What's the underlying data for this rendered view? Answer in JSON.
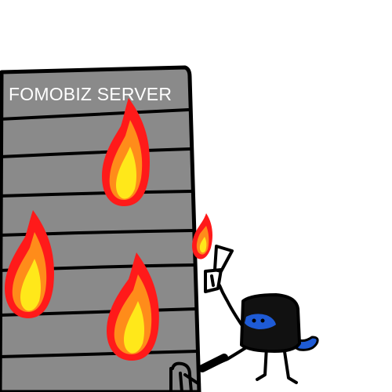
{
  "scene": {
    "server_label": "FOMOBIZ SERVER",
    "colors": {
      "background": "#ffffff",
      "server_body": "#8a8a8a",
      "outline": "#000000",
      "label_text": "#ffffff",
      "flame_outer": "#ff1a1a",
      "flame_mid": "#ff8c1a",
      "flame_inner": "#ffe81a",
      "ninja_body": "#111111",
      "ninja_mask": "#1e5bd6",
      "ninja_scarf": "#1e5bd6"
    },
    "elements": [
      "server-rack",
      "flame",
      "ninja-character",
      "torch",
      "gas-can"
    ]
  }
}
